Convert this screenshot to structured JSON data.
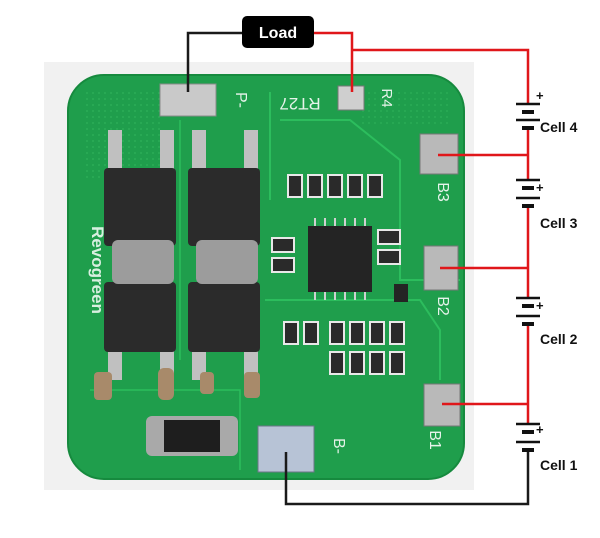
{
  "load": {
    "label": "Load"
  },
  "pads": {
    "p_minus": "P-",
    "b_minus": "B-",
    "b1": "B1",
    "b2": "B2",
    "b3": "B3",
    "r4": "R4",
    "rt27": "RT27"
  },
  "board": {
    "brand": "Revogreen"
  },
  "cells": [
    {
      "label": "Cell 4",
      "polarity": "+"
    },
    {
      "label": "Cell 3",
      "polarity": "+"
    },
    {
      "label": "Cell 2",
      "polarity": "+"
    },
    {
      "label": "Cell 1",
      "polarity": "+"
    }
  ],
  "colors": {
    "board": "#1f9e4c",
    "board_dark": "#168a3e",
    "wire_red": "#e0171a",
    "wire_black": "#1a1a1a",
    "load_bg": "#000000",
    "load_text": "#ffffff"
  }
}
